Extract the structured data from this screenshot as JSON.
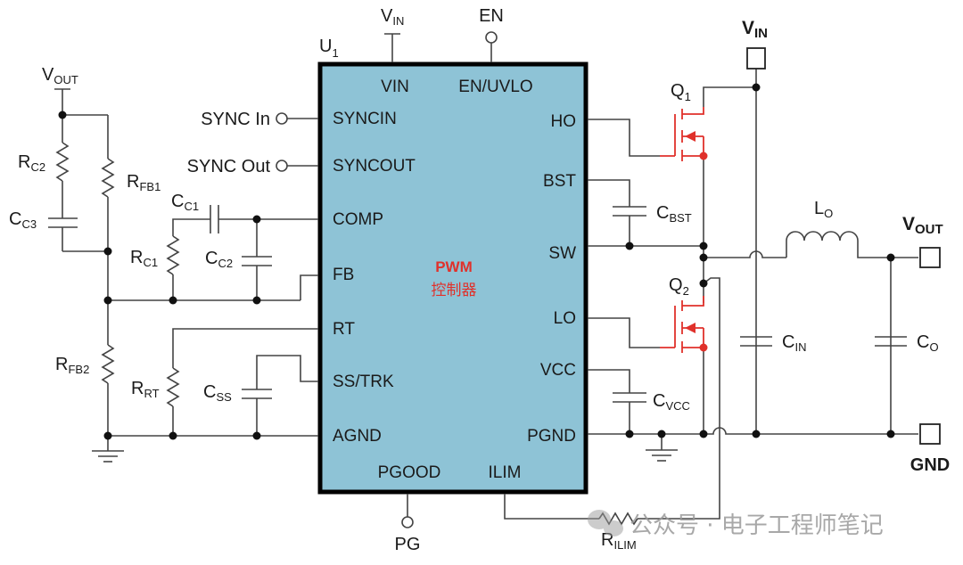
{
  "diagram": {
    "type": "buck-converter-schematic",
    "colors": {
      "ic_fill": "#8ec3d6",
      "mosfet": "#e0312b",
      "wire": "#444444"
    },
    "ic": {
      "ref": "U",
      "ref_sub": "1",
      "center_label": "PWM",
      "center_label_2": "控制器",
      "pins_top": [
        "VIN",
        "EN/UVLO"
      ],
      "pins_left": [
        "SYNCIN",
        "SYNCOUT",
        "COMP",
        "FB",
        "RT",
        "SS/TRK",
        "AGND"
      ],
      "pins_right": [
        "HO",
        "BST",
        "SW",
        "LO",
        "VCC",
        "PGND"
      ],
      "pins_bottom": [
        "PGOOD",
        "ILIM"
      ]
    },
    "nets": {
      "vin_top": {
        "main": "V",
        "sub": "IN"
      },
      "en": "EN",
      "vout_left": {
        "main": "V",
        "sub": "OUT"
      },
      "sync_in": "SYNC In",
      "sync_out": "SYNC Out",
      "pg": "PG",
      "vin_right": {
        "main": "V",
        "sub": "IN"
      },
      "vout_right": {
        "main": "V",
        "sub": "OUT"
      },
      "gnd": "GND"
    },
    "components": {
      "rc2": {
        "main": "R",
        "sub": "C2"
      },
      "cc3": {
        "main": "C",
        "sub": "C3"
      },
      "rfb1": {
        "main": "R",
        "sub": "FB1"
      },
      "cc1": {
        "main": "C",
        "sub": "C1"
      },
      "rc1": {
        "main": "R",
        "sub": "C1"
      },
      "cc2": {
        "main": "C",
        "sub": "C2"
      },
      "rfb2": {
        "main": "R",
        "sub": "FB2"
      },
      "rrt": {
        "main": "R",
        "sub": "RT"
      },
      "css": {
        "main": "C",
        "sub": "SS"
      },
      "q1": {
        "main": "Q",
        "sub": "1"
      },
      "q2": {
        "main": "Q",
        "sub": "2"
      },
      "cbst": {
        "main": "C",
        "sub": "BST"
      },
      "cvcc": {
        "main": "C",
        "sub": "VCC"
      },
      "lo": {
        "main": "L",
        "sub": "O"
      },
      "cin": {
        "main": "C",
        "sub": "IN"
      },
      "co": {
        "main": "C",
        "sub": "O"
      },
      "rilim": {
        "main": "R",
        "sub": "ILIM"
      }
    },
    "watermark": "公众号 · 电子工程师笔记"
  }
}
